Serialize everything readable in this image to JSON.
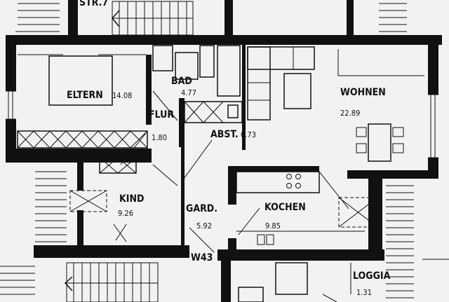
{
  "plan": {
    "rooms": [
      {
        "name": "ELTERN",
        "area": "14.08"
      },
      {
        "name": "BAD",
        "area": "4.77"
      },
      {
        "name": "FLUR",
        "area": "1.80"
      },
      {
        "name": "ABST.",
        "area": "0.73"
      },
      {
        "name": "WOHNEN",
        "area": "22.89"
      },
      {
        "name": "KIND",
        "area": "9.26"
      },
      {
        "name": "GARD.",
        "area": "5.92"
      },
      {
        "name": "KOCHEN",
        "area": "9.85"
      },
      {
        "name": "LOGGIA",
        "area": "1.31"
      }
    ],
    "unit_label": "W43",
    "stair_label": "STR.7",
    "area_unit_symbol": "□",
    "colors": {
      "ink": "#111111",
      "paper": "#f2f2f2"
    }
  }
}
